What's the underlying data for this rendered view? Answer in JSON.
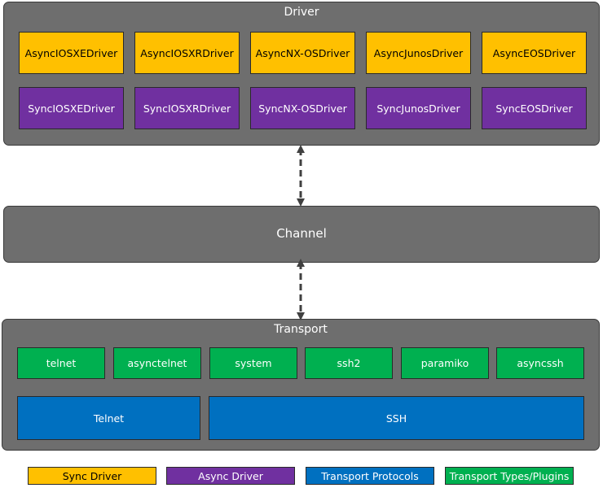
{
  "driver_layer": {
    "title": "Driver",
    "async_drivers": [
      "AsyncIOSXEDriver",
      "AsyncIOSXRDriver",
      "AsyncNX-OSDriver",
      "AsyncJunosDriver",
      "AsyncEOSDriver"
    ],
    "sync_drivers": [
      "SyncIOSXEDriver",
      "SyncIOSXRDriver",
      "SyncNX-OSDriver",
      "SyncJunosDriver",
      "SyncEOSDriver"
    ]
  },
  "channel_layer": {
    "title": "Channel"
  },
  "transport_layer": {
    "title": "Transport",
    "plugins": [
      "telnet",
      "asynctelnet",
      "system",
      "ssh2",
      "paramiko",
      "asyncssh"
    ],
    "protocols": [
      "Telnet",
      "SSH"
    ]
  },
  "legend": {
    "sync_driver": "Sync Driver",
    "async_driver": "Async Driver",
    "transport_protocols": "Transport Protocols",
    "transport_types": "Transport Types/Plugins"
  },
  "colors": {
    "layer_bg": "#6e6e6e",
    "yellow": "#ffc000",
    "purple": "#7030a0",
    "green": "#00b050",
    "blue": "#0070c0"
  }
}
